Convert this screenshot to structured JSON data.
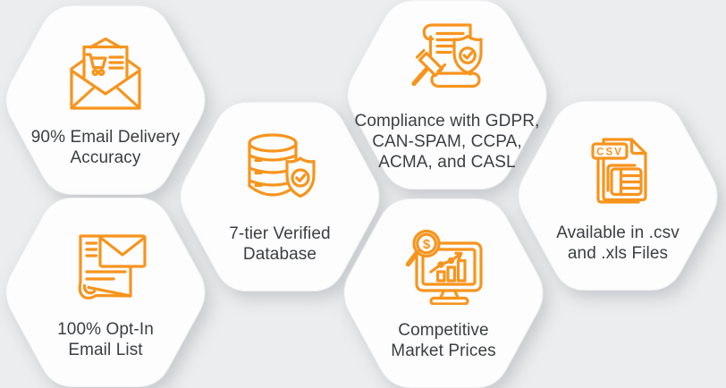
{
  "meta": {
    "background_color": "#ECEDEE",
    "accent_color": "#F7941D",
    "text_color": "#3B3E42",
    "card_fill_color": "#FDFDFE"
  },
  "features": [
    {
      "id": "email-delivery-accuracy",
      "icon": "envelope-cart-icon",
      "label": "90% Email Delivery Accuracy",
      "lines": [
        "90% Email Delivery",
        "Accuracy"
      ]
    },
    {
      "id": "verified-database",
      "icon": "database-shield-icon",
      "label": "7-tier Verified Database",
      "lines": [
        "7-tier Verified",
        "Database"
      ]
    },
    {
      "id": "compliance",
      "icon": "scroll-gavel-shield-icon",
      "label": "Compliance with GDPR, CAN-SPAM, CCPA, ACMA, and CASL",
      "lines": [
        "Compliance with GDPR,",
        "CAN-SPAM, CCPA,",
        "ACMA, and CASL"
      ]
    },
    {
      "id": "file-formats",
      "icon": "csv-file-icon",
      "icon_text": "CSV",
      "label": "Available in .csv and .xls Files",
      "lines": [
        "Available in .csv",
        "and .xls Files"
      ]
    },
    {
      "id": "opt-in-email-list",
      "icon": "document-envelope-icon",
      "label": "100% Opt-In Email List",
      "lines": [
        "100% Opt-In",
        "Email List"
      ]
    },
    {
      "id": "market-prices",
      "icon": "monitor-chart-magnifier-icon",
      "icon_text": "$",
      "label": "Competitive Market Prices",
      "lines": [
        "Competitive",
        "Market Prices"
      ]
    }
  ]
}
